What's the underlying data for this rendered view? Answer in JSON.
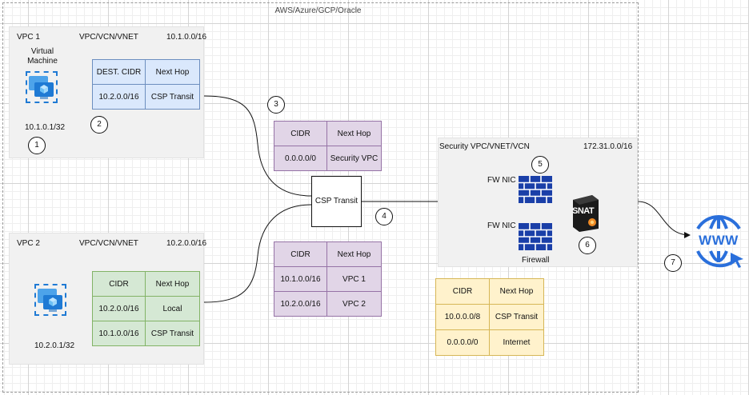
{
  "cloud_title": "AWS/Azure/GCP/Oracle",
  "vpc1": {
    "title": "VPC 1",
    "type": "VPC/VCN/VNET",
    "cidr": "10.1.0.0/16",
    "vm_label_line1": "Virtual",
    "vm_label_line2": "Machine",
    "vm_ip": "10.1.0.1/32",
    "route_table": {
      "headers": [
        "DEST. CIDR",
        "Next Hop"
      ],
      "rows": [
        [
          "10.2.0.0/16",
          "CSP Transit"
        ]
      ]
    }
  },
  "vpc2": {
    "title": "VPC 2",
    "type": "VPC/VCN/VNET",
    "cidr": "10.2.0.0/16",
    "vm_ip": "10.2.0.1/32",
    "route_table": {
      "headers": [
        "CIDR",
        "Next Hop"
      ],
      "rows": [
        [
          "10.2.0.0/16",
          "Local"
        ],
        [
          "10.1.0.0/16",
          "CSP Transit"
        ]
      ]
    }
  },
  "transit": {
    "label": "CSP Transit",
    "upper_table": {
      "headers": [
        "CIDR",
        "Next Hop"
      ],
      "rows": [
        [
          "0.0.0.0/0",
          "Security VPC"
        ]
      ]
    },
    "lower_table": {
      "headers": [
        "CIDR",
        "Next Hop"
      ],
      "rows": [
        [
          "10.1.0.0/16",
          "VPC 1"
        ],
        [
          "10.2.0.0/16",
          "VPC 2"
        ]
      ]
    }
  },
  "security_vpc": {
    "title": "Security VPC/VNET/VCN",
    "cidr": "172.31.0.0/16",
    "fw_nic_1": "FW NIC",
    "fw_nic_2": "FW NIC",
    "firewall_label": "Firewall",
    "snat_label": "SNAT",
    "route_table": {
      "headers": [
        "CIDR",
        "Next Hop"
      ],
      "rows": [
        [
          "10.0.0.0/8",
          "CSP Transit"
        ],
        [
          "0.0.0.0/0",
          "Internet"
        ]
      ]
    }
  },
  "internet_label": "WWW",
  "steps": [
    "1",
    "2",
    "3",
    "4",
    "5",
    "6",
    "7"
  ],
  "colors": {
    "blue_fill": "#dae8fc",
    "blue_stroke": "#6c8ebf",
    "green_fill": "#d5e8d4",
    "green_stroke": "#82b366",
    "purple_fill": "#e1d5e7",
    "purple_stroke": "#9673a6",
    "yellow_fill": "#fff2cc",
    "yellow_stroke": "#d6b656",
    "firewall": "#1a3fa8",
    "azure_blue": "#1f7ad4",
    "www_blue": "#2a6fdb"
  },
  "icons": [
    "virtual-machine-icon",
    "firewall-icon",
    "snat-appliance-icon",
    "globe-www-icon"
  ]
}
